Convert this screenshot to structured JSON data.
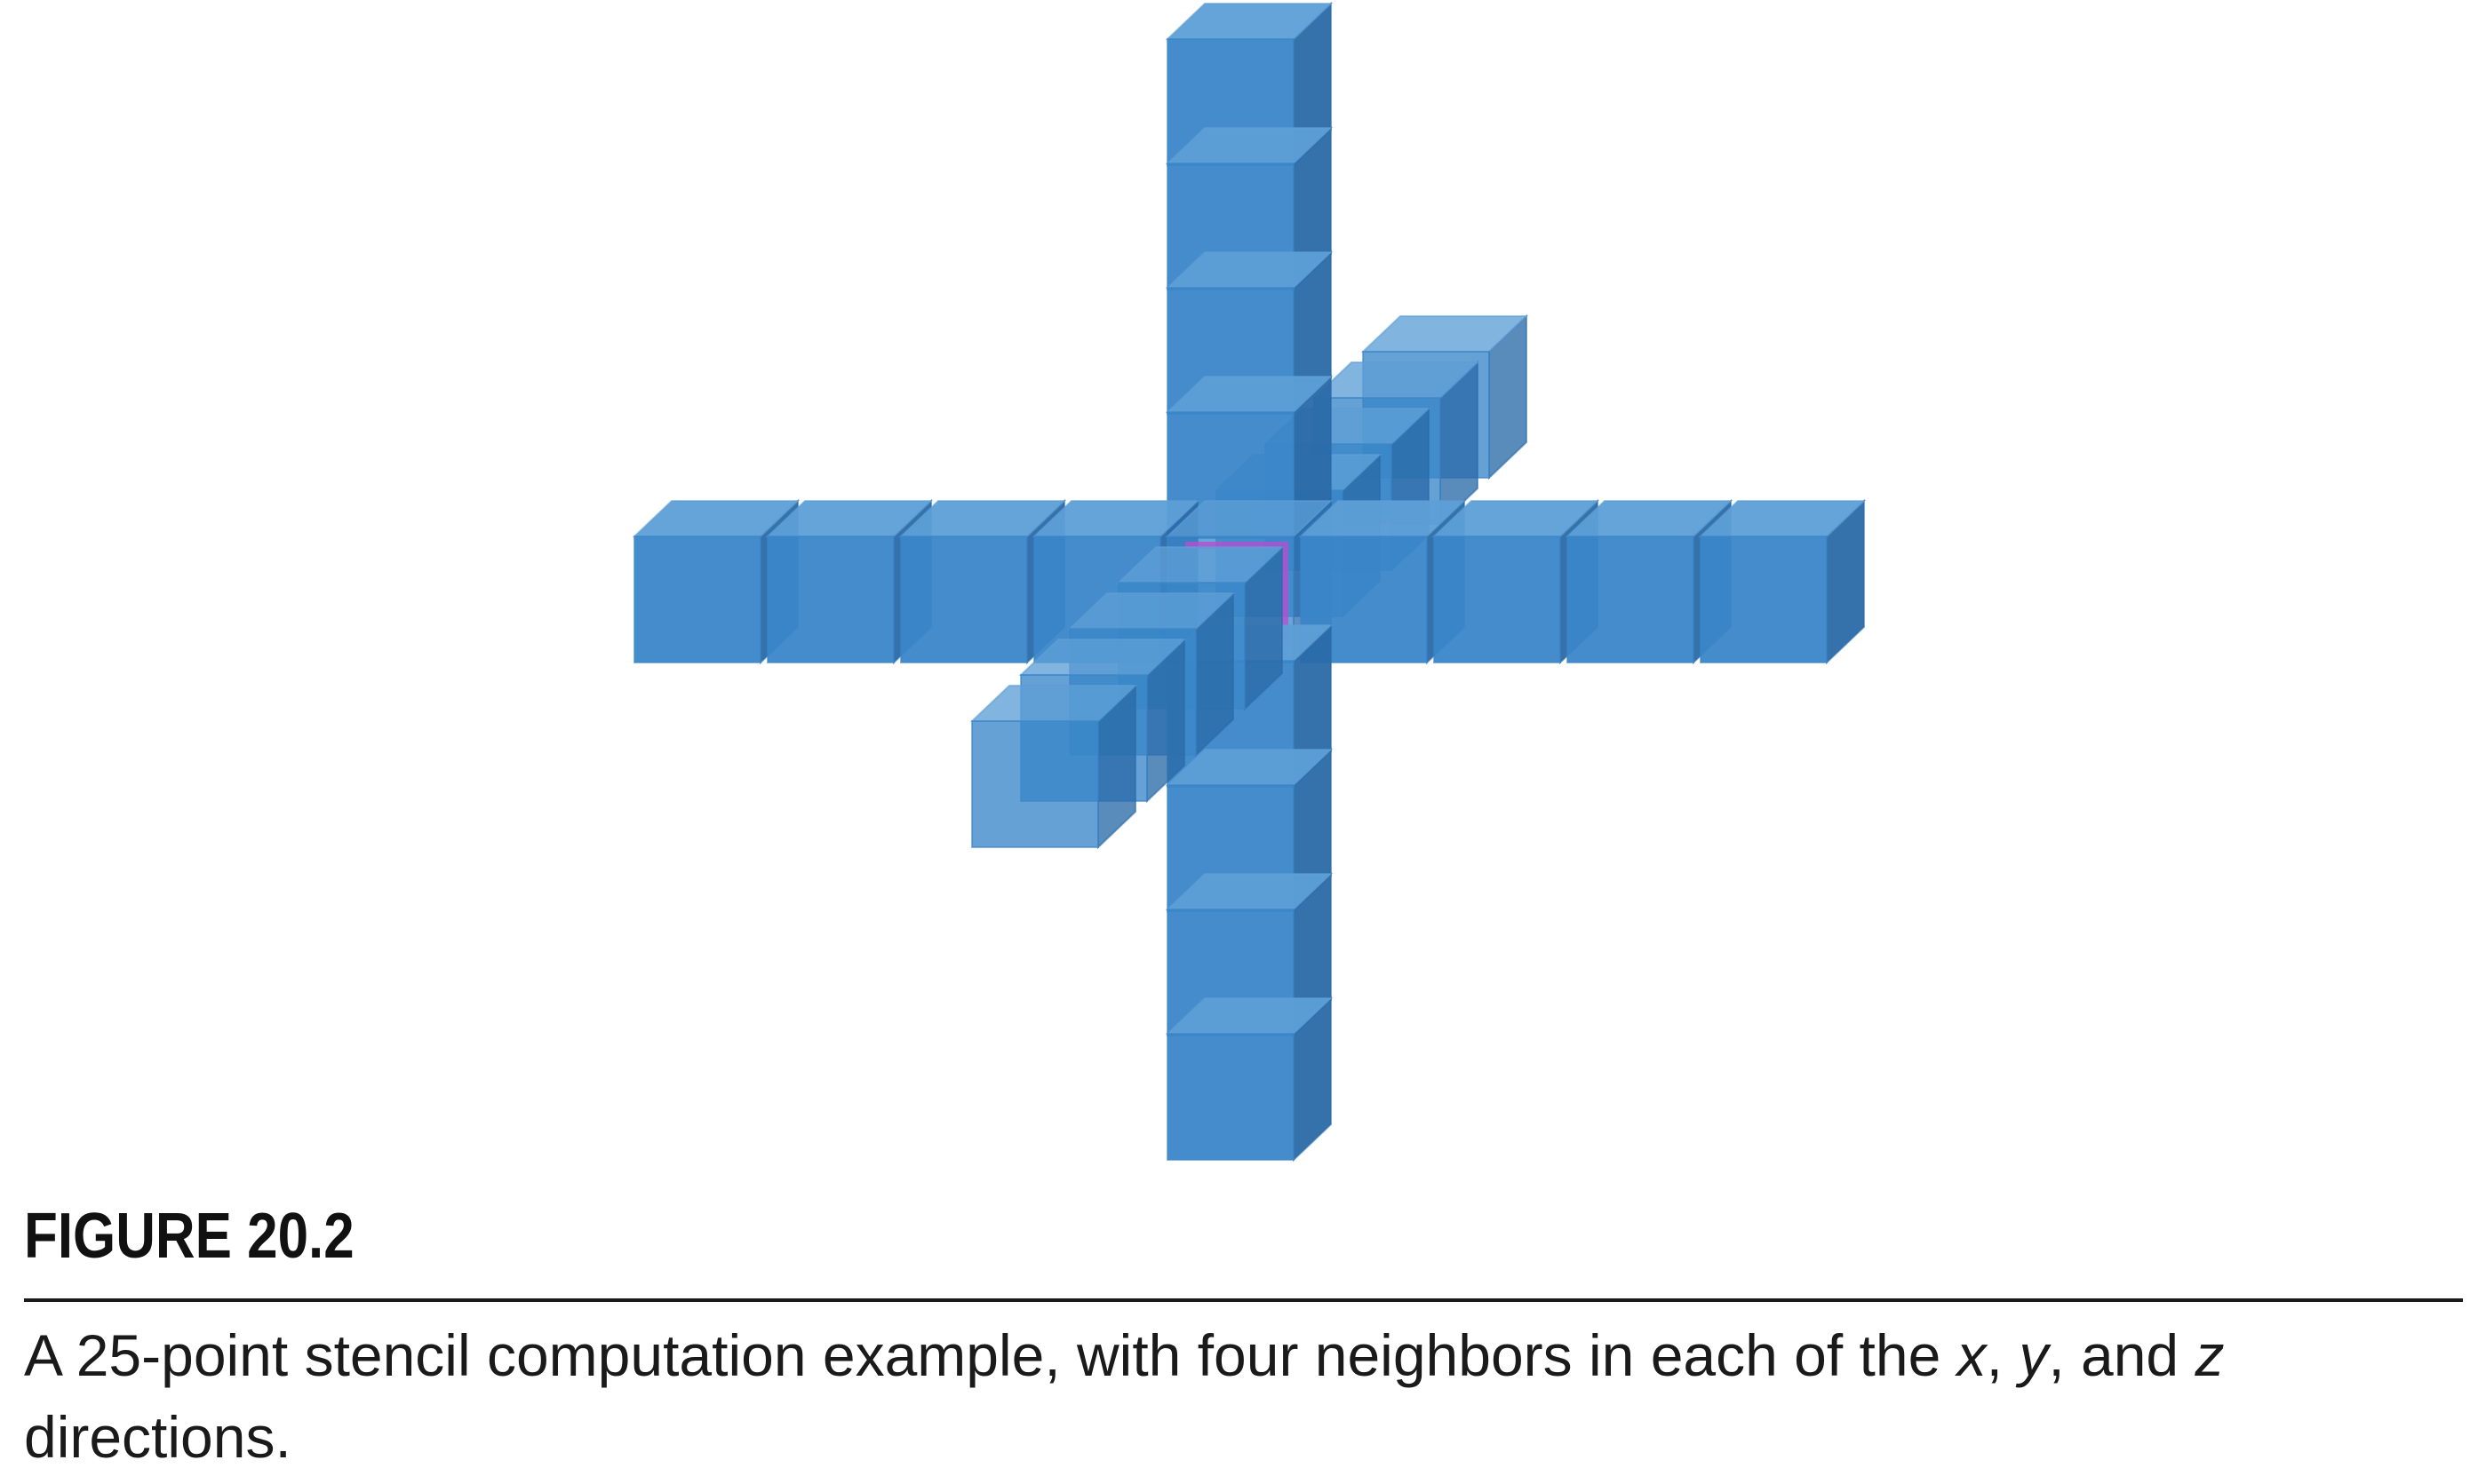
{
  "figure": {
    "label": "FIGURE 20.2",
    "caption": {
      "part1": "A 25-point stencil computation example, with four neighbors in each of the ",
      "var_x": "x",
      "sep1": ", ",
      "var_y": "y",
      "sep2": ", and ",
      "var_z": "z",
      "part2": " directions."
    }
  },
  "colors": {
    "cube_front": "#3a86c8",
    "cube_top": "#5d9fd6",
    "cube_side": "#2a6aa8",
    "center_accent": "#b44fd0",
    "rule": "#1a1a1a"
  }
}
